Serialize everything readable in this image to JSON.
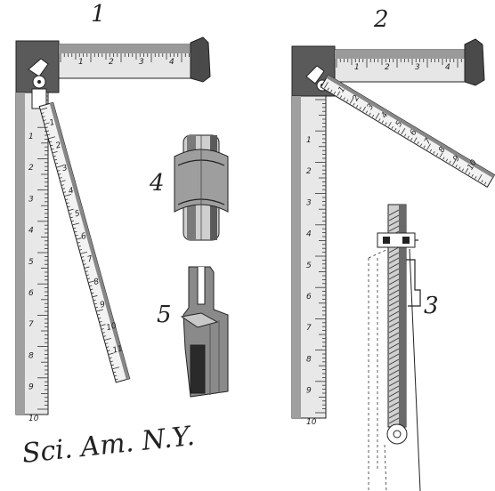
{
  "figures": {
    "fig1": {
      "number": "1",
      "top_ruler_labels": [
        "1",
        "2",
        "3",
        "4"
      ],
      "left_ruler_labels": [
        "1",
        "2",
        "3",
        "4",
        "5",
        "6",
        "7",
        "8",
        "9",
        "10"
      ],
      "arm_labels": [
        "1",
        "2",
        "3",
        "4",
        "5",
        "6",
        "7",
        "8",
        "9",
        "10",
        "11"
      ]
    },
    "fig2": {
      "number": "2",
      "top_ruler_labels": [
        "1",
        "2",
        "3",
        "4"
      ],
      "left_ruler_labels": [
        "1",
        "2",
        "3",
        "4",
        "5",
        "6",
        "7",
        "8",
        "9",
        "10"
      ],
      "arm_labels": [
        "1",
        "2",
        "3",
        "4",
        "5",
        "6",
        "7",
        "8",
        "9",
        "10"
      ]
    },
    "fig3": {
      "number": "3"
    },
    "fig4": {
      "number": "4"
    },
    "fig5": {
      "number": "5"
    }
  },
  "signature": "Sci. Am. N.Y."
}
